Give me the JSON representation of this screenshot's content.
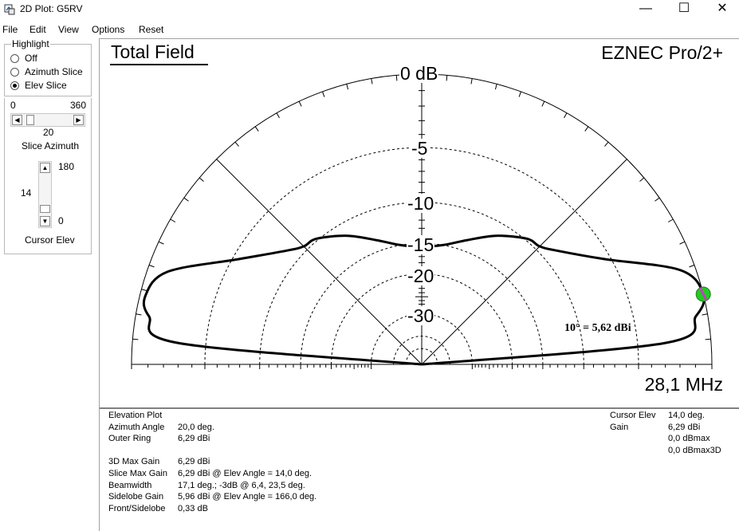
{
  "window": {
    "title": "2D Plot: G5RV"
  },
  "menu": {
    "file": "File",
    "edit": "Edit",
    "view": "View",
    "options": "Options",
    "reset": "Reset"
  },
  "window_controls": {
    "minimize": "—",
    "maximize": "☐",
    "close": "✕"
  },
  "highlight": {
    "legend": "Highlight",
    "options": [
      {
        "label": "Off",
        "selected": false
      },
      {
        "label": "Azimuth Slice",
        "selected": false
      },
      {
        "label": "Elev Slice",
        "selected": true
      }
    ]
  },
  "slice_azimuth": {
    "min": "0",
    "max": "360",
    "value": "20",
    "label": "Slice Azimuth"
  },
  "cursor_elev": {
    "max": "180",
    "min": "0",
    "value": "14",
    "label": "Cursor Elev"
  },
  "plot": {
    "title": "Total Field",
    "brand": "EZNEC Pro/2+",
    "frequency": "28,1 MHz",
    "ring_labels": [
      "0 dB",
      "-5",
      "-10",
      "-15",
      "-20",
      "-30"
    ],
    "annotation": "10° = 5,62 dBi"
  },
  "chart_data": {
    "type": "polar-elevation",
    "title": "Total Field",
    "ring_labels_db": [
      0,
      -5,
      -10,
      -15,
      -20,
      -30
    ],
    "angle_range_deg": [
      0,
      180
    ],
    "cursor": {
      "elevation_deg": 14,
      "gain_dbi": 6.29
    },
    "pattern": {
      "elevation_deg": [
        0,
        5,
        10,
        14,
        20,
        30,
        40,
        45,
        50,
        60,
        70,
        80,
        90,
        100,
        110,
        120,
        130,
        135,
        140,
        150,
        160,
        166,
        170,
        175,
        180
      ],
      "relative_db": [
        -40,
        -3,
        -0.7,
        0,
        -0.9,
        -5.5,
        -8.5,
        -9.5,
        -9.8,
        -11.5,
        -13.5,
        -15,
        -15.5,
        -15,
        -13.5,
        -11.5,
        -9.8,
        -9.5,
        -8.5,
        -5.5,
        -1.2,
        -0.33,
        -0.8,
        -3,
        -40
      ]
    }
  },
  "info": {
    "left_labels": [
      "Elevation Plot",
      "Azimuth Angle",
      "Outer Ring",
      "",
      "3D Max Gain",
      "Slice Max Gain",
      "Beamwidth",
      "Sidelobe Gain",
      "Front/Sidelobe"
    ],
    "left_values": [
      "",
      "20,0 deg.",
      "6,29 dBi",
      "",
      "6,29 dBi",
      "6,29 dBi @ Elev Angle = 14,0 deg.",
      "17,1 deg.; -3dB @ 6,4, 23,5 deg.",
      "5,96 dBi @ Elev Angle = 166,0 deg.",
      "0,33 dB"
    ],
    "right_labels": [
      "Cursor Elev",
      "Gain",
      "",
      ""
    ],
    "right_values": [
      "14,0 deg.",
      "6,29 dBi",
      "0,0 dBmax",
      "0,0 dBmax3D"
    ]
  }
}
